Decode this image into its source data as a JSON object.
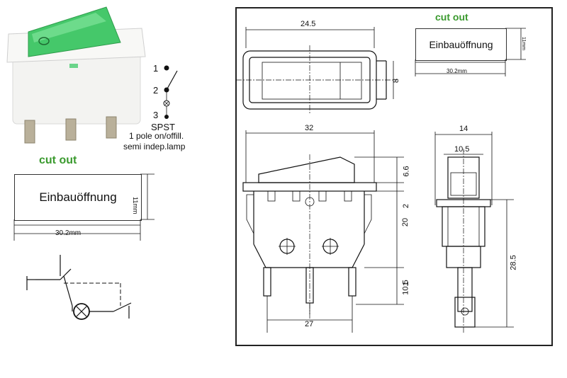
{
  "switch_spec": {
    "pin1": "1",
    "pin2": "2",
    "pin3": "3",
    "type": "SPST",
    "desc1": "1 pole on/offill.",
    "desc2": "semi indep.lamp"
  },
  "cutout_left": {
    "title": "cut out",
    "label": "Einbauöffnung",
    "height_dim": "11mm",
    "width_dim": "30.2mm"
  },
  "cutout_right": {
    "title": "cut out",
    "label": "Einbauöffnung",
    "height_dim": "11mm",
    "width_dim": "30.2mm"
  },
  "drawing_dims": {
    "top_width": "24.5",
    "top_height": "8",
    "body_width": "32",
    "rocker_height": "6.6",
    "clip": "2",
    "body_height": "20",
    "pin_gap": "1",
    "pin_len": "10.5",
    "pin_span": "27",
    "side_width": "14",
    "side_inner": "10.5",
    "total_height": "28.5"
  },
  "colors": {
    "accent_green": "#3a9a2e",
    "rocker_green": "#45c86a"
  }
}
